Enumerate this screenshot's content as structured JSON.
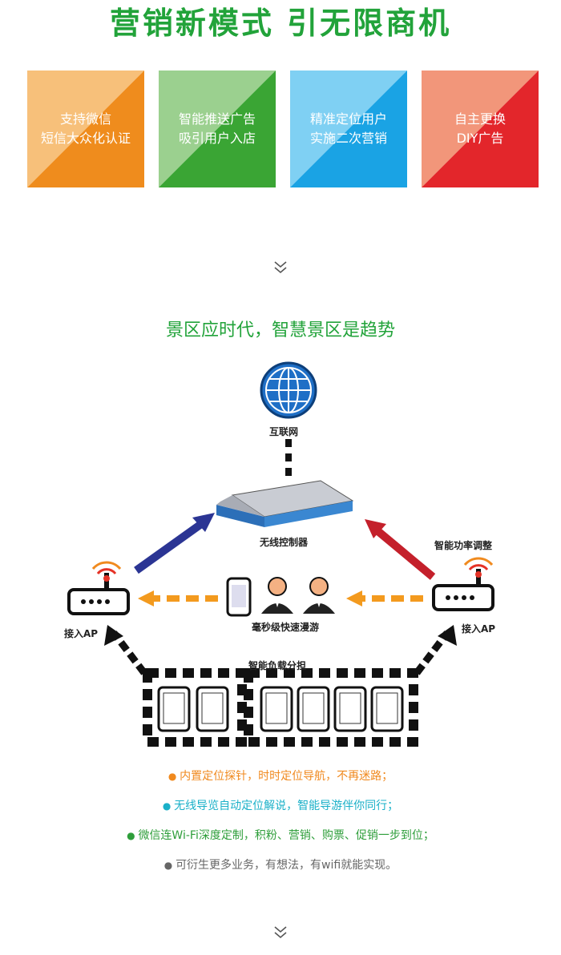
{
  "headline": "营销新模式  引无限商机",
  "tiles": [
    {
      "line1": "支持微信",
      "line2": "短信大众化认证",
      "light": "#f7c07a",
      "dark": "#ef8c1d"
    },
    {
      "line1": "智能推送广告",
      "line2": "吸引用户入店",
      "light": "#9bd08f",
      "dark": "#3aa534"
    },
    {
      "line1": "精准定位用户",
      "line2": "实施二次营销",
      "light": "#7fd0f3",
      "dark": "#1aa3e4"
    },
    {
      "line1": "自主更换",
      "line2": "DIY广告",
      "light": "#f2967a",
      "dark": "#e3262b"
    }
  ],
  "subtitle": "景区应时代，智慧景区是趋势",
  "diagram": {
    "internet": "互联网",
    "controller": "无线控制器",
    "power": "智能功率调整",
    "ap_left": "接入AP",
    "ap_right": "接入AP",
    "roaming": "毫秒级快速漫游",
    "load": "智能负载分担"
  },
  "bullets": [
    {
      "text": "内置定位探针，时时定位导航，不再迷路；",
      "color": "#f0891e"
    },
    {
      "text": "无线导览自动定位解说，智能导游伴你同行；",
      "color": "#1ab0c8"
    },
    {
      "text": "微信连Wi-Fi深度定制，积粉、营销、购票、促销一步到位；",
      "color": "#2e9e3a"
    },
    {
      "text": "可衍生更多业务，有想法，有wifi就能实现。",
      "color": "#666666"
    }
  ]
}
